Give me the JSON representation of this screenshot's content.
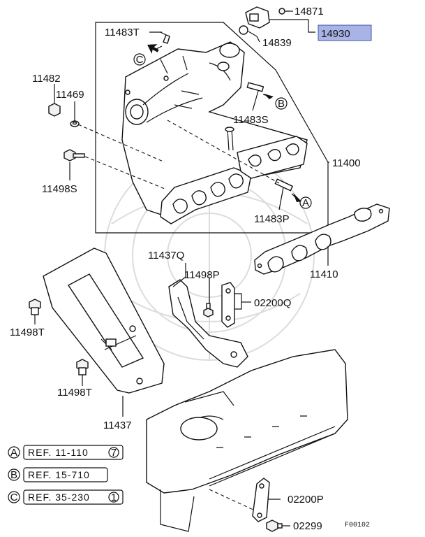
{
  "labels": {
    "p14871": "14871",
    "p14930": "14930",
    "p14839": "14839",
    "p11483T": "11483T",
    "p11482": "11482",
    "p11469": "11469",
    "p11483S": "11483S",
    "p11400": "11400",
    "p11498S": "11498S",
    "p11483P": "11483P",
    "p11410": "11410",
    "p11437Q": "11437Q",
    "p11498P": "11498P",
    "p02200Q": "02200Q",
    "p11498T_a": "11498T",
    "p11498T_b": "11498T",
    "p11437": "11437",
    "p02200P": "02200P",
    "p02299": "02299"
  },
  "arrow_markers": {
    "A": "A",
    "B": "B",
    "C": "C"
  },
  "references": [
    {
      "marker": "A",
      "text": "REF. 11-110",
      "circled": "7"
    },
    {
      "marker": "B",
      "text": "REF. 15-710",
      "circled": ""
    },
    {
      "marker": "C",
      "text": "REF. 35-230",
      "circled": "1"
    }
  ],
  "figure_code": "F00102",
  "colors": {
    "highlight": "#a9b4e6",
    "line": "#111111",
    "watermark": "#dcdcdc"
  }
}
